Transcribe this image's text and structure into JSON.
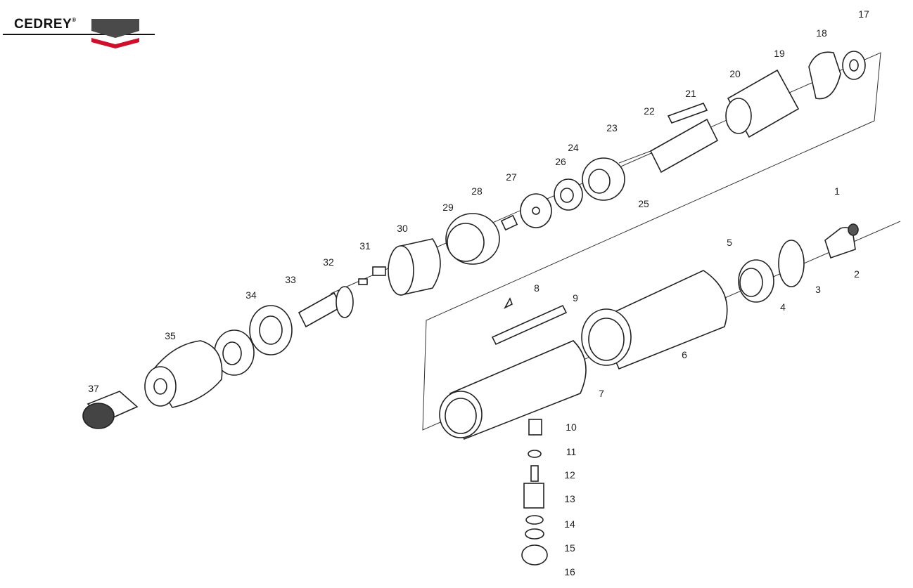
{
  "brand": {
    "name": "CEDREY",
    "registered": "®",
    "colors": {
      "dark": "#4a4a4a",
      "red": "#d0102a"
    }
  },
  "diagram": {
    "title": "Exploded parts diagram",
    "part_numbers": [
      "1",
      "2",
      "3",
      "4",
      "5",
      "6",
      "7",
      "8",
      "9",
      "10",
      "11",
      "12",
      "13",
      "14",
      "15",
      "16",
      "17",
      "18",
      "19",
      "20",
      "21",
      "22",
      "23",
      "24",
      "25",
      "26",
      "27",
      "28",
      "29",
      "30",
      "31",
      "32",
      "33",
      "34",
      "35",
      "37"
    ]
  }
}
